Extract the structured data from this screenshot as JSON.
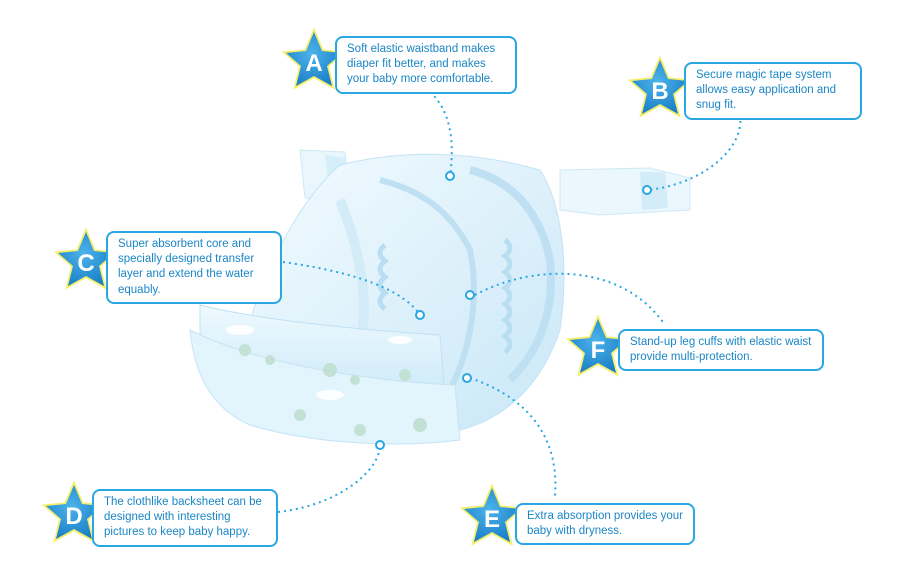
{
  "colors": {
    "accent": "#29a7e1",
    "text": "#1b86c6",
    "star_fill": "#1e88cf",
    "star_glow": "#f4ee6a",
    "product": "#dbf1fb"
  },
  "callouts": [
    {
      "letter": "A",
      "text": "Soft elastic waistband makes diaper fit better, and makes your baby more comfortable."
    },
    {
      "letter": "B",
      "text": "Secure magic tape system allows easy application and snug fit."
    },
    {
      "letter": "C",
      "text": "Super absorbent core and specially designed transfer layer and extend the water equably."
    },
    {
      "letter": "D",
      "text": "The clothlike backsheet can be designed with interesting pictures to keep baby happy."
    },
    {
      "letter": "E",
      "text": "Extra absorption provides your baby with dryness."
    },
    {
      "letter": "F",
      "text": "Stand-up leg cuffs with elastic waist provide multi-protection."
    }
  ],
  "product": {
    "name": "diaper-illustration"
  }
}
